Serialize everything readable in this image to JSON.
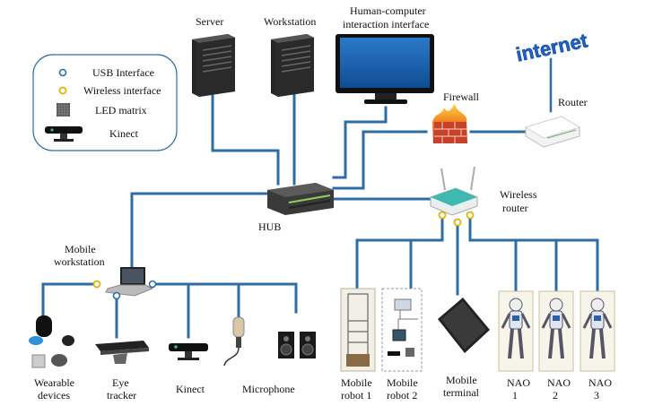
{
  "legend": {
    "usb": "USB Interface",
    "wireless": "Wireless interface",
    "led": "LED matrix",
    "kinect": "Kinect"
  },
  "nodes": {
    "server": "Server",
    "workstation": "Workstation",
    "hci": [
      "Human-computer",
      "interaction interface"
    ],
    "firewall": "Firewall",
    "router": "Router",
    "internet": "internet",
    "hub": "HUB",
    "wireless_router": [
      "Wireless",
      "router"
    ],
    "mobile_workstation": [
      "Mobile",
      "workstation"
    ],
    "wearable": [
      "Wearable",
      "devices"
    ],
    "eye_tracker": [
      "Eye",
      "tracker"
    ],
    "kinect": "Kinect",
    "microphone": "Microphone",
    "mobile_robot_1": [
      "Mobile",
      "robot 1"
    ],
    "mobile_robot_2": [
      "Mobile",
      "robot 2"
    ],
    "mobile_terminal": [
      "Mobile",
      "terminal"
    ],
    "nao1": [
      "NAO",
      "1"
    ],
    "nao2": [
      "NAO",
      "2"
    ],
    "nao3": [
      "NAO",
      "3"
    ]
  },
  "colors": {
    "link": "#2e6da4",
    "usb_ring": "#2e6da4",
    "wireless_ring": "#e0b400"
  }
}
